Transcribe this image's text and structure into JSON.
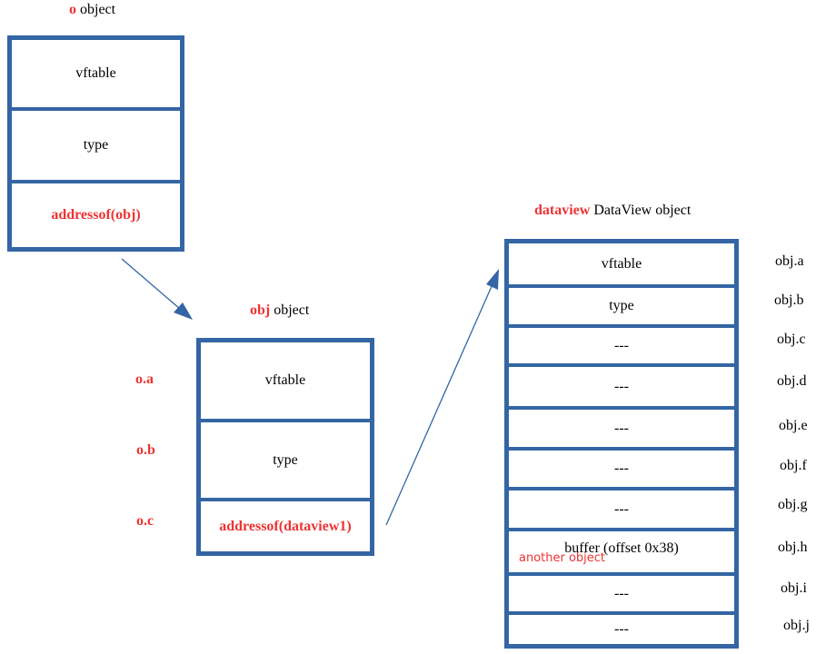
{
  "o_object": {
    "name": "o",
    "suffix": "object",
    "cells": [
      "vftable",
      "type",
      "addressof(obj)"
    ]
  },
  "obj_object": {
    "name": "obj",
    "suffix": "object",
    "cells": [
      "vftable",
      "type",
      "addressof(dataview1)"
    ],
    "labels": [
      "o.a",
      "o.b",
      "o.c"
    ]
  },
  "dataview_object": {
    "name": "dataview",
    "suffix": "DataView object",
    "cells": [
      "vftable",
      "type",
      "---",
      "---",
      "---",
      "---",
      "---",
      "buffer (offset 0x38)",
      "---",
      "---"
    ],
    "labels": [
      "obj.a",
      "obj.b",
      "obj.c",
      "obj.d",
      "obj.e",
      "obj.f",
      "obj.g",
      "obj.h",
      "obj.i",
      "obj.j"
    ],
    "note": "another object"
  },
  "colors": {
    "box_border": "#3465a4",
    "highlight": "#ee3333"
  }
}
